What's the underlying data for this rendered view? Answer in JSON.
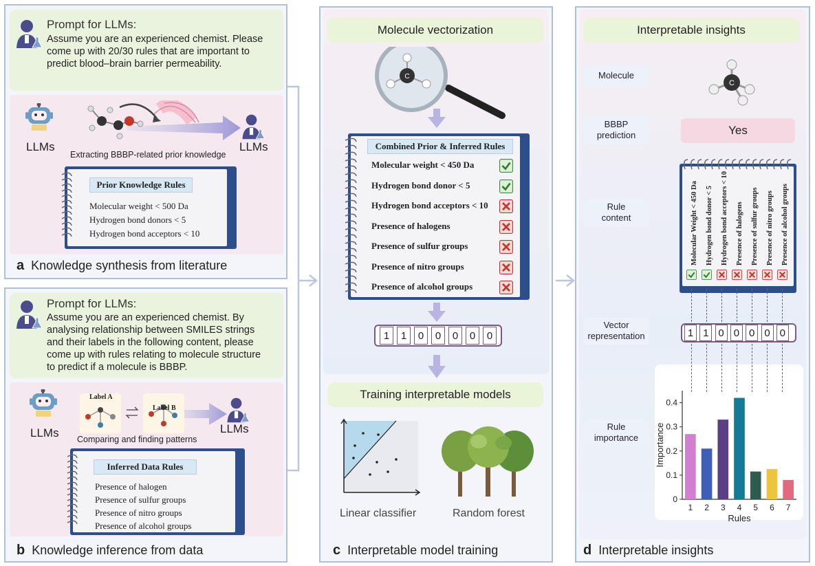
{
  "panel_a": {
    "prompt_title": "Prompt for LLMs:",
    "prompt_lines": [
      "Assume you are an experienced chemist. Please",
      "come up with 20/30 rules that are important to",
      "predict blood–brain barrier permeability."
    ],
    "llm_left": "LLMs",
    "llm_right": "LLMs",
    "process_label": "Extracting BBBP-related prior knowledge",
    "notebook_title": "Prior Knowledge Rules",
    "rules": [
      "Molecular weight < 500 Da",
      "Hydrogen bond donors < 5",
      "Hydrogen bond acceptors < 10"
    ],
    "caption_letter": "a",
    "caption_text": "Knowledge synthesis from literature"
  },
  "panel_b": {
    "prompt_title": "Prompt for LLMs:",
    "prompt_lines": [
      "Assume you are an experienced chemist. By",
      "analysing relationship between SMILES strings",
      "and their labels in the following content, please",
      "come up with rules relating to molecule structure",
      "to predict if a molecule is BBBP."
    ],
    "llm_left": "LLMs",
    "llm_right": "LLMs",
    "label_a": "Label A",
    "label_b": "Label B",
    "process_label": "Comparing and finding patterns",
    "notebook_title": "Inferred Data Rules",
    "rules": [
      "Presence of  halogen",
      "Presence of sulfur groups",
      "Presence of nitro groups",
      "Presence of alcohol groups"
    ],
    "caption_letter": "b",
    "caption_text": "Knowledge inference from data"
  },
  "panel_c": {
    "header": "Molecule vectorization",
    "notebook_title": "Combined Prior & Inferred Rules",
    "rules": [
      {
        "text": "Molecular weight < 450 Da",
        "status": "check"
      },
      {
        "text": "Hydrogen bond donor < 5",
        "status": "check"
      },
      {
        "text": "Hydrogen bond acceptors < 10",
        "status": "cross"
      },
      {
        "text": "Presence of halogens",
        "status": "cross"
      },
      {
        "text": "Presence of sulfur groups",
        "status": "cross"
      },
      {
        "text": "Presence of nitro groups",
        "status": "cross"
      },
      {
        "text": "Presence of alcohol groups",
        "status": "cross"
      }
    ],
    "vector": [
      "1",
      "1",
      "0",
      "0",
      "0",
      "0",
      "0"
    ],
    "training_header": "Training interpretable models",
    "model_left": "Linear classifier",
    "model_right": "Random forest",
    "caption_letter": "c",
    "caption_text": "Interpretable model training"
  },
  "panel_d": {
    "header": "Interpretable insights",
    "labels": {
      "molecule": "Molecule",
      "prediction_line1": "BBBP",
      "prediction_line2": "prediction",
      "rule_content_line1": "Rule",
      "rule_content_line2": "content",
      "vector_line1": "Vector",
      "vector_line2": "representation",
      "importance_line1": "Rule",
      "importance_line2": "importance"
    },
    "prediction": "Yes",
    "rule_texts": [
      "Molecular Weight < 450 Da",
      "Hydrogen bond donor < 5",
      "Hydrogen bond acceptors < 10",
      "Presence of halogens",
      "Presence of sulfur groups",
      "Presence of nitro groups",
      "Presence of alcohol groups"
    ],
    "vector": [
      "1",
      "1",
      "0",
      "0",
      "0",
      "0",
      "0"
    ],
    "caption_letter": "d",
    "caption_text": "Interpretable insights"
  },
  "chart_data": {
    "type": "bar",
    "categories": [
      "1",
      "2",
      "3",
      "4",
      "5",
      "6",
      "7"
    ],
    "values": [
      0.27,
      0.21,
      0.33,
      0.42,
      0.115,
      0.125,
      0.08
    ],
    "colors": [
      "#d27fcf",
      "#3e5fb6",
      "#5a3f85",
      "#147a95",
      "#2f5a4f",
      "#edc43d",
      "#e26a7c"
    ],
    "xlabel": "Rules",
    "ylabel": "Importance",
    "ylim": [
      0,
      0.45
    ],
    "yticks": [
      "0",
      "0.1",
      "0.2",
      "0.3",
      "0.4"
    ],
    "ytick_values": [
      0,
      0.1,
      0.2,
      0.3,
      0.4
    ]
  }
}
